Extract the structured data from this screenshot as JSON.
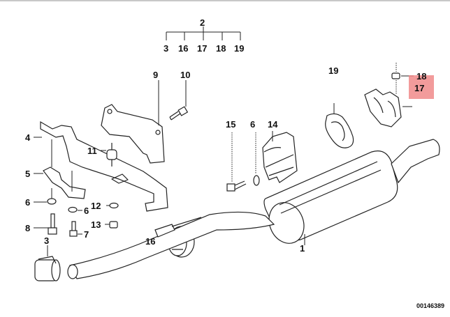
{
  "diagram": {
    "title_group": {
      "label": "2",
      "children": [
        "3",
        "16",
        "17",
        "18",
        "19"
      ]
    },
    "callouts": {
      "c1": "1",
      "c3": "3",
      "c4": "4",
      "c5": "5",
      "c6a": "6",
      "c6b": "6",
      "c6c": "6",
      "c7": "7",
      "c8": "8",
      "c9": "9",
      "c10": "10",
      "c11": "11",
      "c12": "12",
      "c13": "13",
      "c14": "14",
      "c15": "15",
      "c16": "16",
      "c17": "17",
      "c18": "18",
      "c19": "19"
    },
    "highlighted_part": "17",
    "highlight_color": "#f08a8a",
    "diagram_code": "00146389"
  }
}
